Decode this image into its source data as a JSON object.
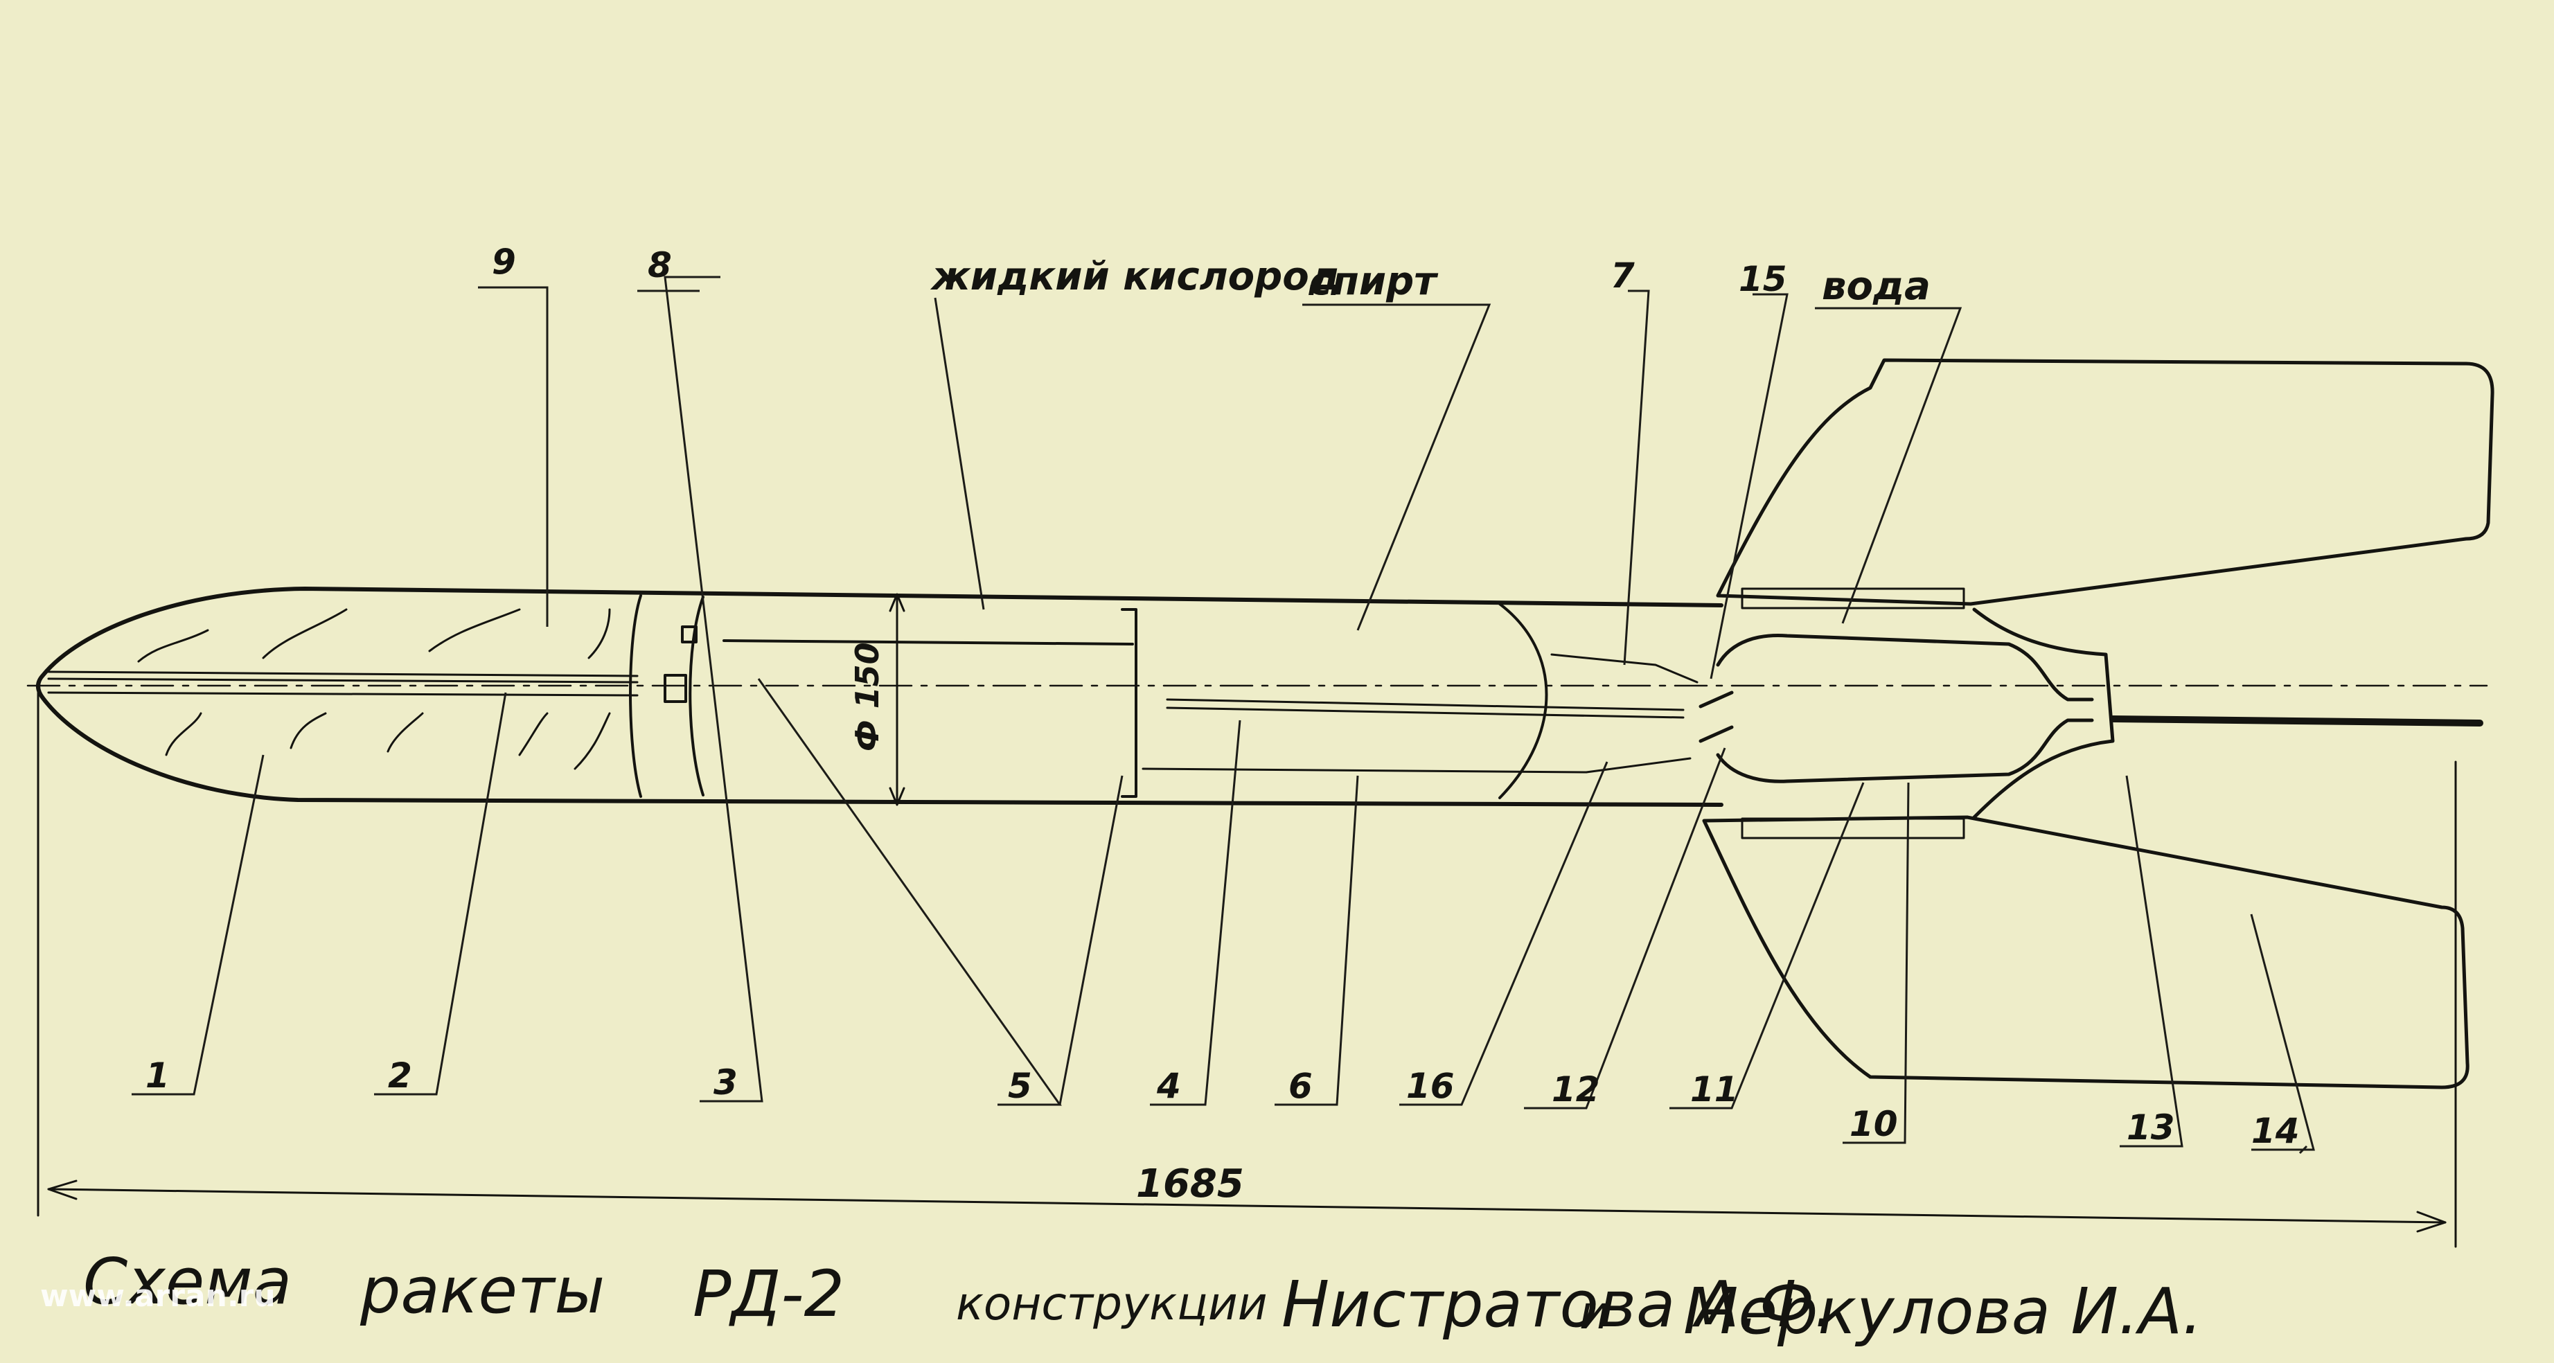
{
  "labels": {
    "l1": "1",
    "l2": "2",
    "l3": "3",
    "l4": "4",
    "l5": "5",
    "l6": "6",
    "l7": "7",
    "l8": "8",
    "l9": "9",
    "l10": "10",
    "l11": "11",
    "l12": "12",
    "l13": "13",
    "l14": "14",
    "l15": "15",
    "l16": "16"
  },
  "text": {
    "oxygen": "жидкий кислород",
    "alcohol": "спирт",
    "water": "вода",
    "diameter": "Ф 150",
    "length": "1685"
  },
  "title": {
    "scheme": "Схема",
    "rocket": "ракеты",
    "model": "РД-2",
    "design": "конструкции",
    "author1": "Нистратова А.Ф.",
    "and": "и",
    "author2": "Меркулова И.А."
  },
  "watermark": "www.arran.ru",
  "colors": {
    "paper": "#eeedc9",
    "ink": "#141410"
  }
}
